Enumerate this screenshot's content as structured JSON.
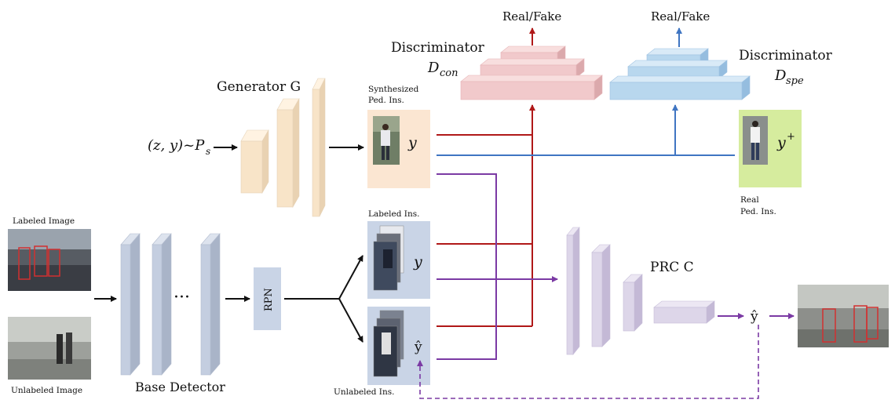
{
  "labels": {
    "generator": "Generator G",
    "generator_input": "(z, y)~P",
    "generator_input_sub": "s",
    "disc_con_title": "Discriminator",
    "disc_con_sym": "D",
    "disc_con_sub": "con",
    "disc_spe_title": "Discriminator",
    "disc_spe_sym": "D",
    "disc_spe_sub": "spe",
    "real_fake_con": "Real/Fake",
    "real_fake_spe": "Real/Fake",
    "synth_title_1": "Synthesized",
    "synth_title_2": "Ped. Ins.",
    "synth_y": "y",
    "real_title_1": "Real",
    "real_title_2": "Ped. Ins.",
    "real_y": "y",
    "real_y_sup": "+",
    "labeled_image": "Labeled Image",
    "unlabeled_image": "Unlabeled Image",
    "base_detector": "Base Detector",
    "dots": "···",
    "rpn": "RPN",
    "labeled_ins": "Labeled Ins.",
    "labeled_y": "y",
    "unlabeled_ins": "Unlabeled Ins.",
    "unlabeled_yhat": "ŷ",
    "prc": "PRC C",
    "output_yhat": "ŷ"
  },
  "colors": {
    "generator_fill": "#f8e4c8",
    "disc_con_fill": "#f1c9cb",
    "disc_spe_fill": "#b8d7ee",
    "synth_bg": "#fbe6d2",
    "real_bg": "#d6ec9e",
    "ins_bg": "#c9d4e6",
    "detector_fill": "#c4cee0",
    "prc_fill": "#ddd6e9",
    "red_arrow": "#b01818",
    "blue_arrow": "#3f75c2",
    "purple_arrow": "#7b3aa4"
  }
}
